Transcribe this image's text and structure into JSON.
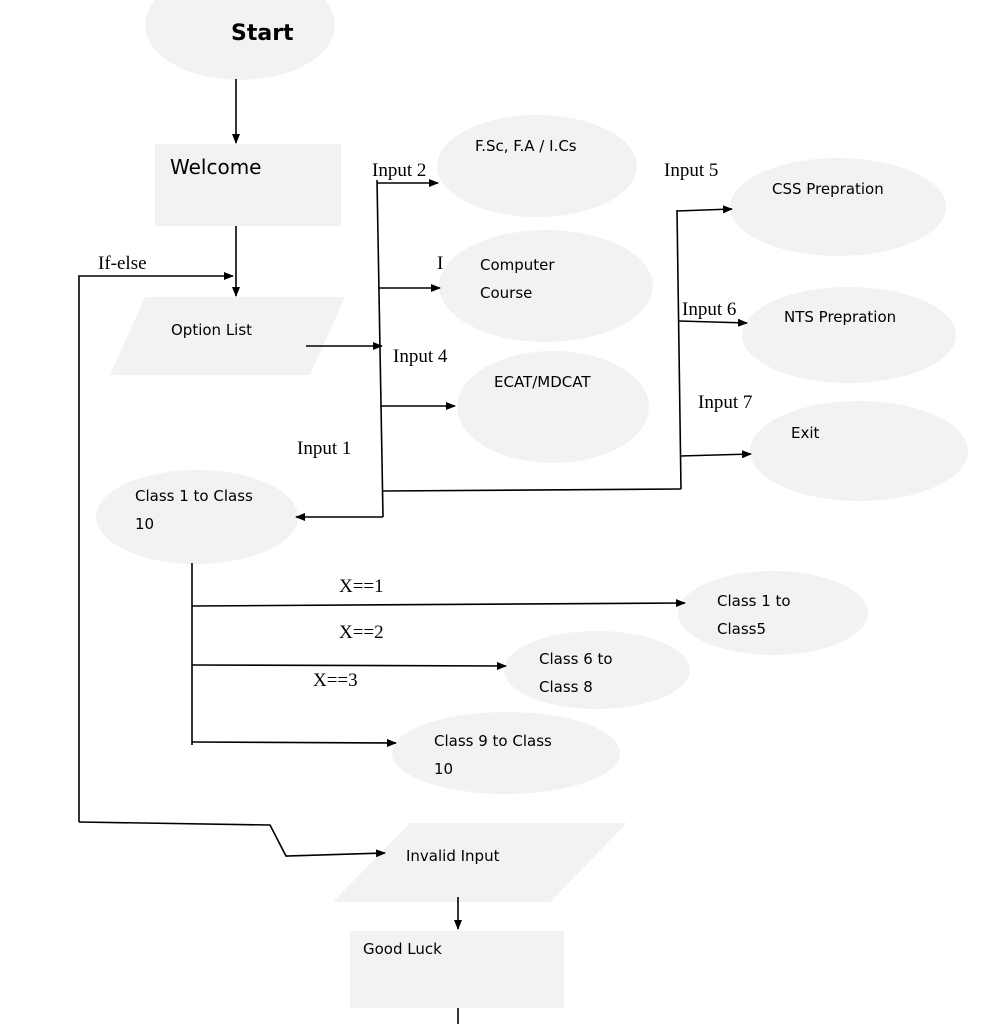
{
  "nodes": {
    "start": "Start",
    "welcome": "Welcome",
    "option_list": "Option List",
    "fsc": "F.Sc, F.A / I.Cs",
    "computer_course": [
      "Computer",
      "Course"
    ],
    "ecat": "ECAT/MDCAT",
    "css": "CSS Prepration",
    "nts": "NTS Prepration",
    "exit": "Exit",
    "class1to10": [
      "Class 1 to Class",
      "10"
    ],
    "class1to5": [
      "Class 1 to",
      "Class5"
    ],
    "class6to8": [
      "Class 6 to",
      "Class 8"
    ],
    "class9to10": [
      "Class 9 to Class",
      "10"
    ],
    "invalid": "Invalid Input",
    "goodluck": "Good Luck"
  },
  "labels": {
    "ifelse": "If-else",
    "input1": "Input 1",
    "input2": "Input 2",
    "input3_partial": "I",
    "input4": "Input 4",
    "input5": "Input 5",
    "input6": "Input 6",
    "input7": "Input 7",
    "x1": "X==1",
    "x2": "X==2",
    "x3": "X==3"
  }
}
